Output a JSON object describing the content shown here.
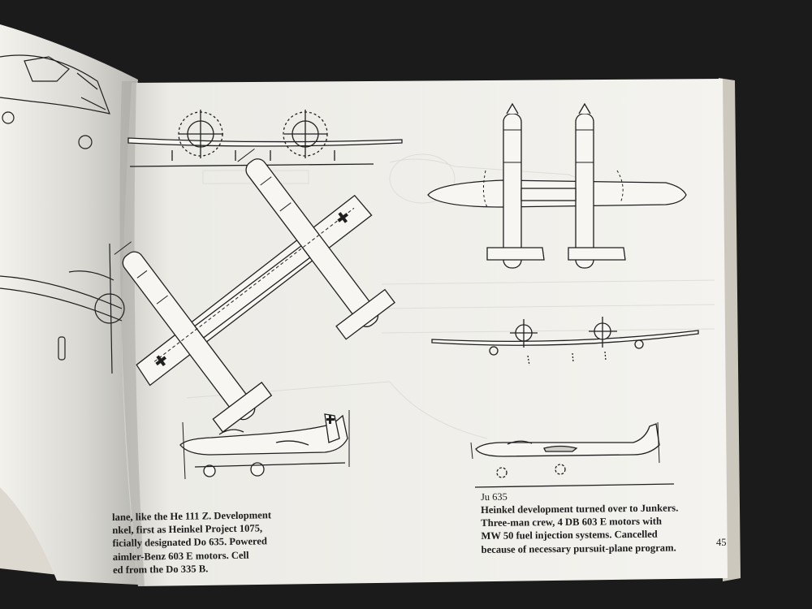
{
  "left_page": {
    "caption_lines": [
      "lane, like the He 111 Z. Development",
      "nkel, first as Heinkel Project 1075,",
      "ficially designated Do 635. Powered",
      "aimler-Benz 603 E motors. Cell",
      "ed from the Do 335 B."
    ]
  },
  "right_page": {
    "title": "Ju 635",
    "caption_lines": [
      "Heinkel development turned over to Junkers.",
      "Three-man crew, 4 DB 603 E motors with",
      "MW 50 fuel injection systems. Cancelled",
      "because of necessary pursuit-plane program."
    ],
    "page_number": "45"
  },
  "colors": {
    "background": "#1b1b1b",
    "paper": "#f3f2ee",
    "ink": "#1c1c1c"
  }
}
